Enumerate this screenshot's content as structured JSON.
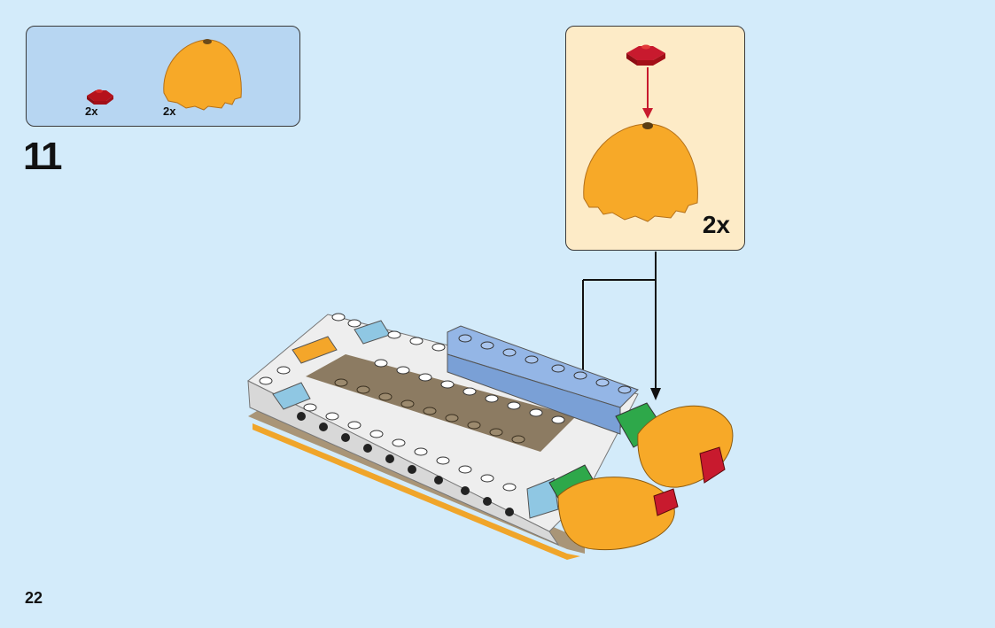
{
  "parts_list": {
    "items": [
      {
        "part": "red-wedge-plate-icon",
        "quantity": "2x",
        "color": "#cc1d1d"
      },
      {
        "part": "orange-dome-icon",
        "quantity": "2x",
        "color": "#f7a928"
      }
    ]
  },
  "step": {
    "number": "11"
  },
  "callout": {
    "quantity": "2x"
  },
  "page": {
    "number": "22"
  },
  "colors": {
    "page_background": "#d3ebfa",
    "parts_box": "#b7d6f2",
    "callout_box": "#fdebc7",
    "arrow_red": "#c81a2e"
  }
}
